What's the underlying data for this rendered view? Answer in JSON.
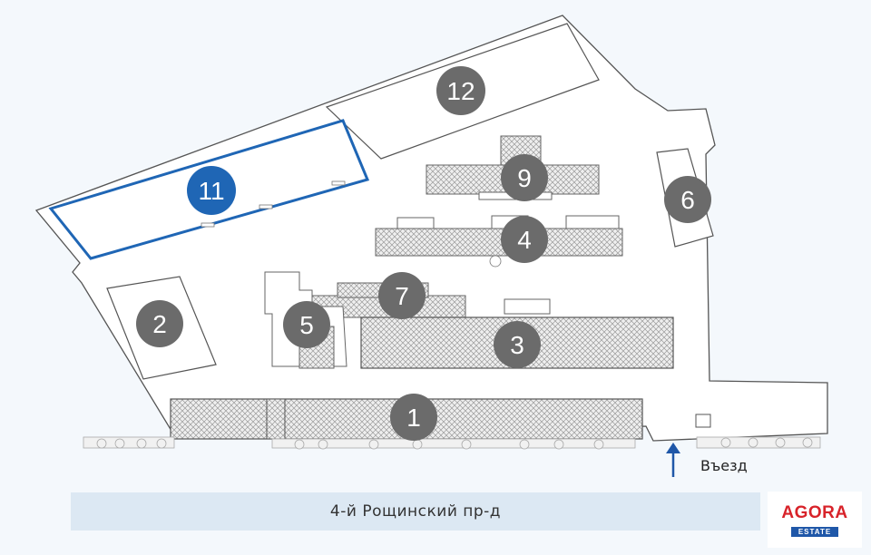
{
  "map": {
    "street_label": "4-й Рощинский пр-д",
    "entry_label": "Въезд",
    "watermark": "AGORA",
    "logo": {
      "main": "AGORA",
      "sub": "ESTATE"
    },
    "buildings": [
      {
        "id": "1",
        "label": "1"
      },
      {
        "id": "2",
        "label": "2"
      },
      {
        "id": "3",
        "label": "3"
      },
      {
        "id": "4",
        "label": "4"
      },
      {
        "id": "5",
        "label": "5"
      },
      {
        "id": "6",
        "label": "6"
      },
      {
        "id": "7",
        "label": "7"
      },
      {
        "id": "9",
        "label": "9"
      },
      {
        "id": "11",
        "label": "11",
        "highlighted": true
      },
      {
        "id": "12",
        "label": "12"
      }
    ],
    "colors": {
      "marker": "#6b6b6b",
      "highlight": "#1f66b5",
      "outline": "#555555",
      "street": "#dce8f3",
      "logo_red": "#d8232a",
      "logo_blue": "#1f57a8"
    }
  }
}
